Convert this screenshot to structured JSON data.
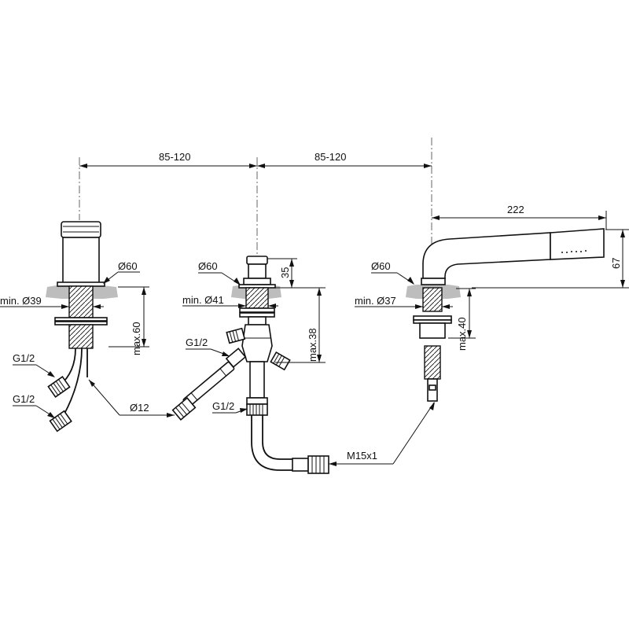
{
  "labels": {
    "span_left": "85-120",
    "span_right": "85-120",
    "hand_length": "222",
    "hand_height": "67",
    "dia_left": "Ø60",
    "dia_mid": "Ø60",
    "dia_right": "Ø60",
    "min_left": "min. Ø39",
    "min_mid": "min. Ø41",
    "min_right": "min. Ø37",
    "max_left": "max.60",
    "max_mid": "max.38",
    "max_right": "max.40",
    "height_35": "35",
    "g_left_top": "G1/2",
    "g_left_bottom": "G1/2",
    "g_mid_top": "G1/2",
    "g_mid_bottom": "G1/2",
    "tube_dia": "Ø12",
    "thread": "M15x1"
  }
}
